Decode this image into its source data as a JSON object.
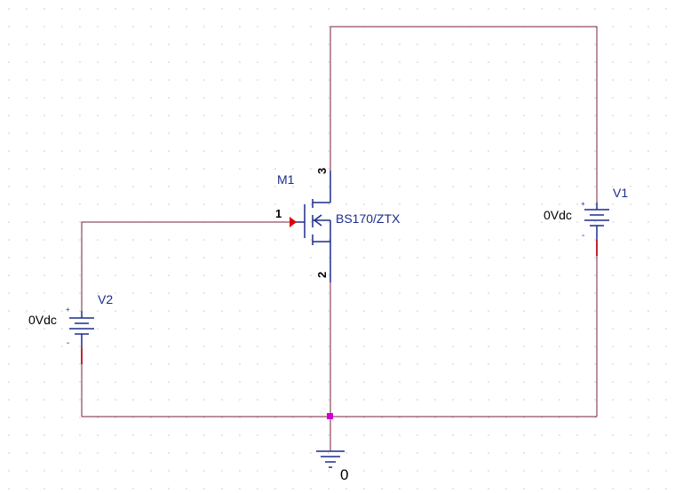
{
  "components": {
    "m1": {
      "ref": "M1",
      "model": "BS170/ZTX",
      "pin_gate": "1",
      "pin_drain": "3",
      "pin_source": "2"
    },
    "v1": {
      "ref": "V1",
      "value": "0Vdc",
      "plus": "+",
      "minus": "-"
    },
    "v2": {
      "ref": "V2",
      "value": "0Vdc",
      "plus": "+",
      "minus": "-"
    },
    "ground": {
      "net": "0"
    }
  },
  "colors": {
    "wire": "#7a1f3a",
    "component": "#1c2c8c",
    "pin_marker": "#e00000",
    "junction": "#d000d0",
    "grid_dot": "#c8c8c8",
    "text": "#000000",
    "ref_text": "#1c2c8c"
  }
}
